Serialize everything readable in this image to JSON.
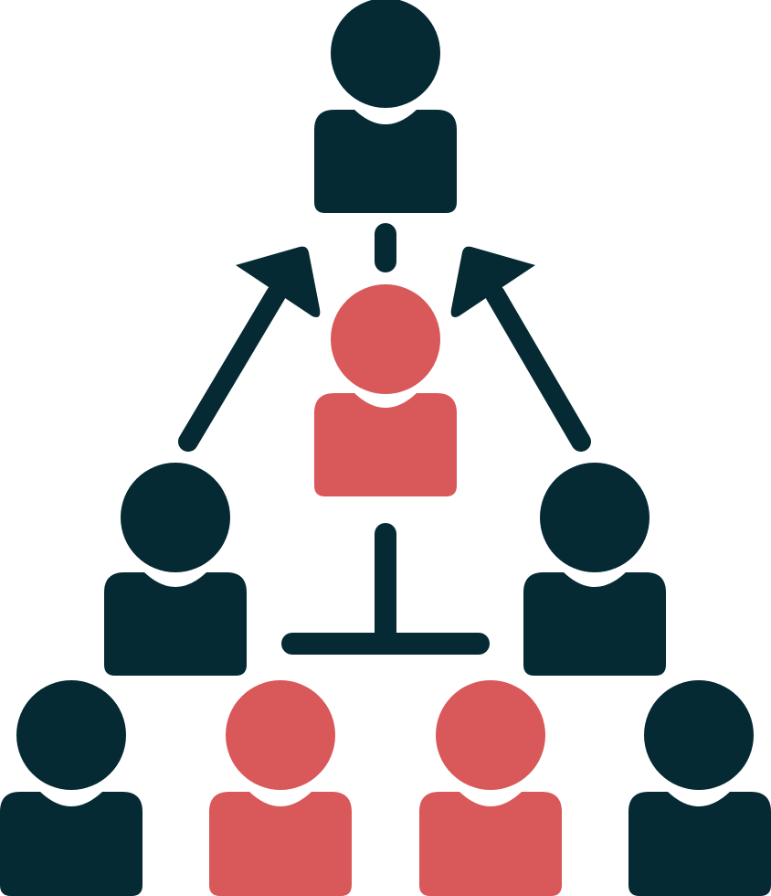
{
  "colors": {
    "background": "#ffffff",
    "dark": "#062a33",
    "accent": "#d9585a"
  },
  "icon": {
    "name": "hierarchy-team-icon",
    "people": [
      {
        "id": "top",
        "tone": "dark"
      },
      {
        "id": "center",
        "tone": "accent"
      },
      {
        "id": "mid-left",
        "tone": "dark"
      },
      {
        "id": "mid-right",
        "tone": "dark"
      },
      {
        "id": "bottom-1",
        "tone": "dark"
      },
      {
        "id": "bottom-2",
        "tone": "accent"
      },
      {
        "id": "bottom-3",
        "tone": "accent"
      },
      {
        "id": "bottom-4",
        "tone": "dark"
      }
    ],
    "arrows": [
      {
        "id": "left",
        "direction": "up-right"
      },
      {
        "id": "right",
        "direction": "up-left"
      }
    ]
  }
}
